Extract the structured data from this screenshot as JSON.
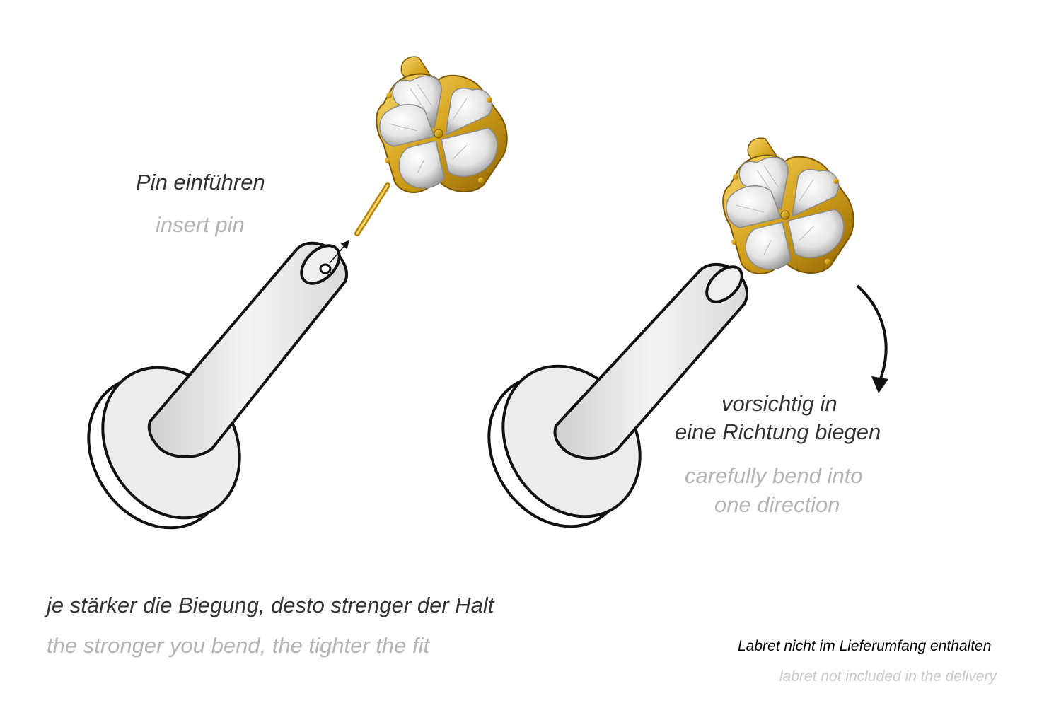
{
  "labels": {
    "insert_de": "Pin einführen",
    "insert_en": "insert pin",
    "bend_de_line1": "vorsichtig in",
    "bend_de_line2": "eine Richtung biegen",
    "bend_en_line1": "carefully bend into",
    "bend_en_line2": "one direction",
    "fit_de": "je stärker die Biegung, desto strenger der Halt",
    "fit_en": "the stronger you bend, the tighter the fit",
    "labret_de": "Labret nicht im Lieferumfang enthalten",
    "labret_en": "labret not included in the delivery"
  },
  "colors": {
    "text_dark": "#333333",
    "text_light": "#b4b4b4",
    "gold": "#d4a21a",
    "gold_dark": "#9a7008",
    "stone": "#f2f2f2",
    "outline": "#111111"
  },
  "icons": {
    "insert_arrow": "arrow-up-right-icon",
    "bend_arrow": "curved-arrow-down-icon"
  }
}
